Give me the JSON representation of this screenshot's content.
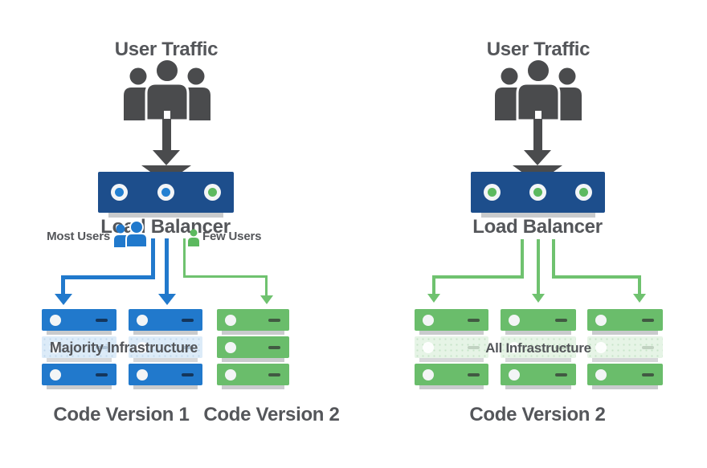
{
  "colors": {
    "navy": "#1d4e8c",
    "blue": "#2179cc",
    "green": "#6abd6b",
    "green_arrow": "#6fc26f",
    "dark_gray": "#4a4b4d",
    "text_gray": "#54565a",
    "faded_blue_row": "#dcebf8",
    "faded_green_row": "#e6f4e6",
    "shadow_gray": "#c9cbcd"
  },
  "left_diagram": {
    "title": "User Traffic",
    "load_balancer_label": "Load Balancer",
    "indicators": [
      "blue",
      "blue",
      "green"
    ],
    "most_users_label": "Most Users",
    "few_users_label": "Few Users",
    "overlay_label": "Majority Infrastructure",
    "stacks": [
      {
        "color": "blue",
        "rows": [
          "solid",
          "faded",
          "solid"
        ]
      },
      {
        "color": "blue",
        "rows": [
          "solid",
          "faded",
          "solid"
        ]
      },
      {
        "color": "green",
        "rows": [
          "solid",
          "solid",
          "solid"
        ]
      }
    ],
    "caption_version1": "Code Version 1",
    "caption_version2": "Code Version 2"
  },
  "right_diagram": {
    "title": "User Traffic",
    "load_balancer_label": "Load Balancer",
    "indicators": [
      "green",
      "green",
      "green"
    ],
    "overlay_label": "All Infrastructure",
    "stacks": [
      {
        "color": "green",
        "rows": [
          "solid",
          "faded",
          "solid"
        ]
      },
      {
        "color": "green",
        "rows": [
          "solid",
          "faded",
          "solid"
        ]
      },
      {
        "color": "green",
        "rows": [
          "solid",
          "faded",
          "solid"
        ]
      }
    ],
    "caption": "Code Version 2"
  }
}
